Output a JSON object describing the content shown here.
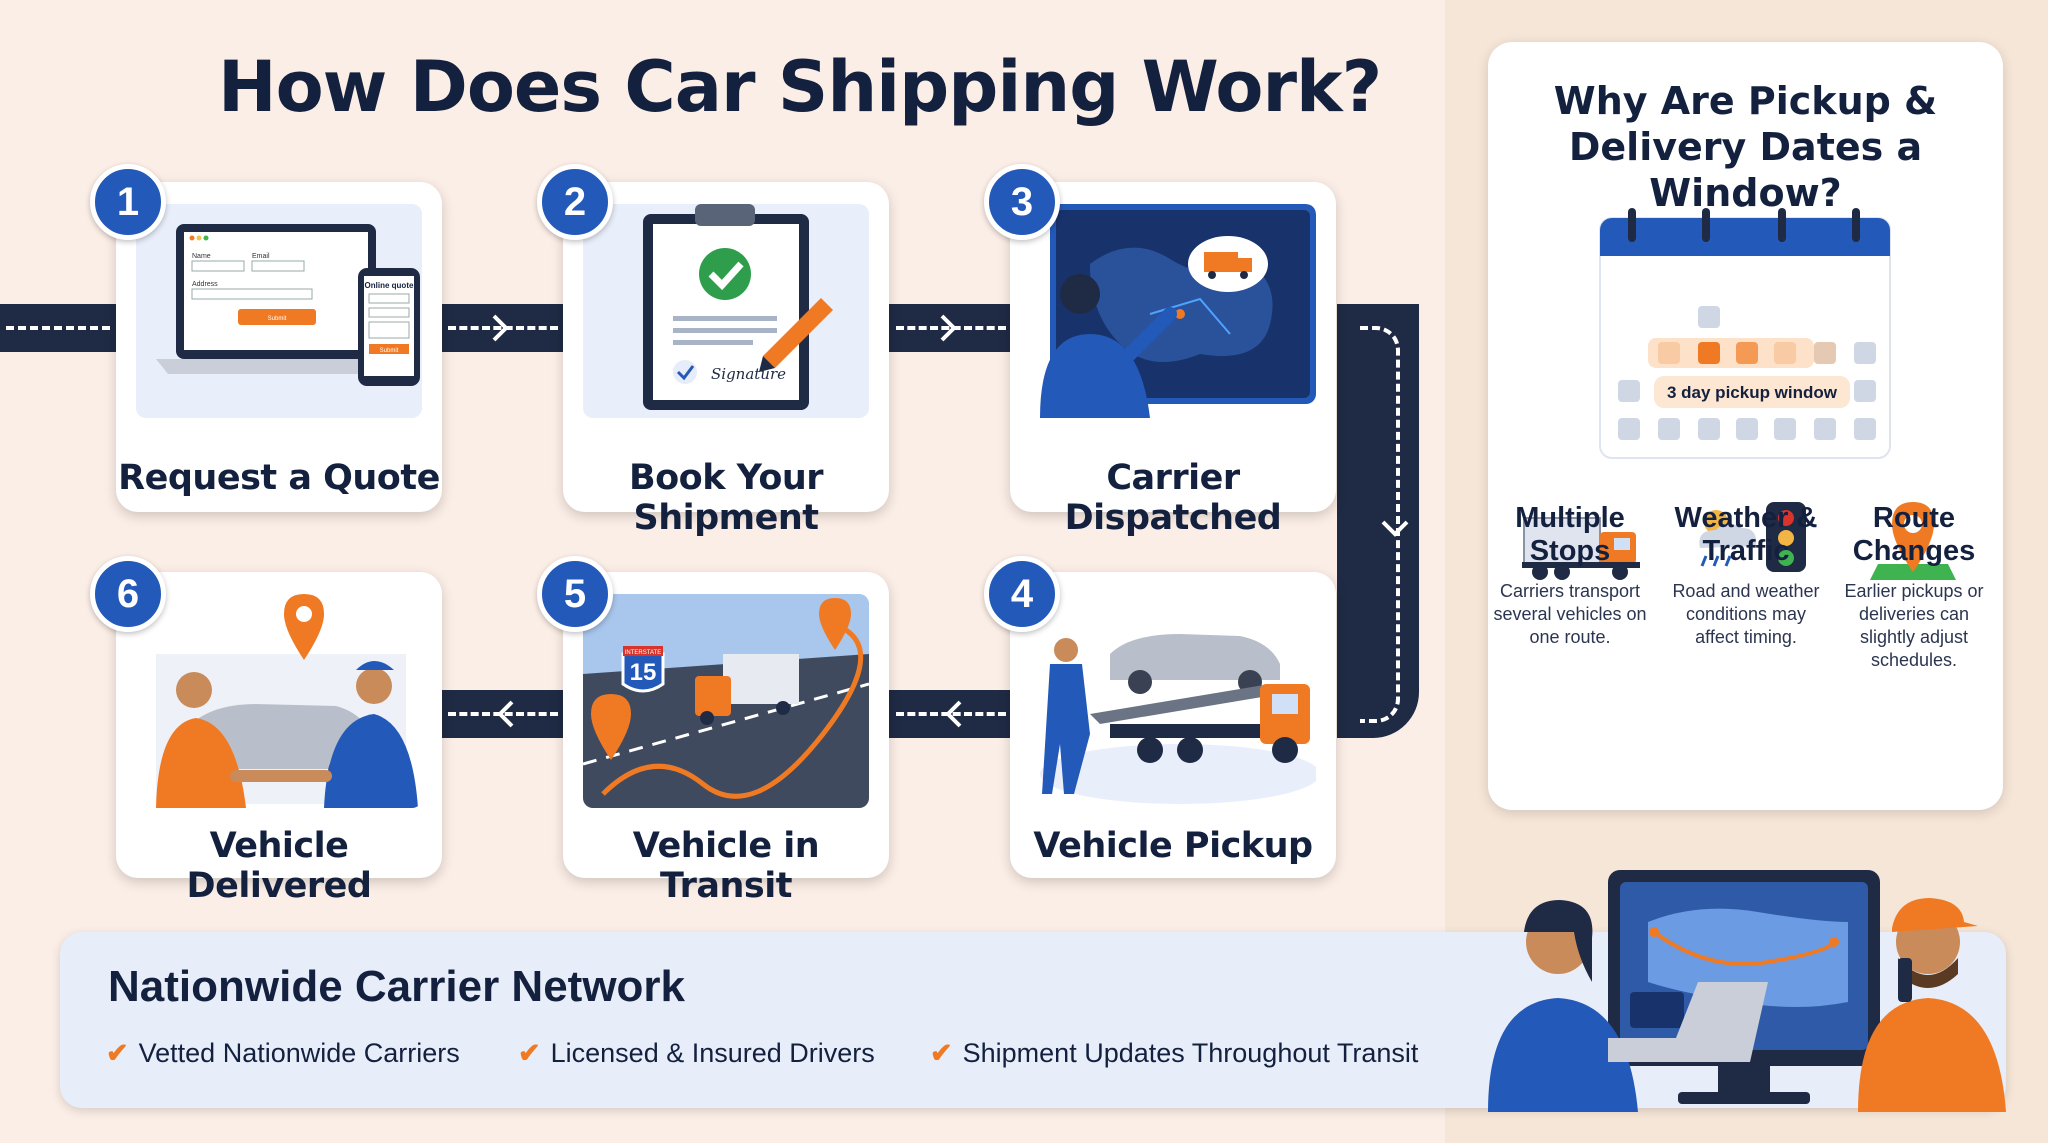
{
  "title": "How Does Car Shipping Work?",
  "steps": [
    {
      "number": "1",
      "label": "Request a Quote"
    },
    {
      "number": "2",
      "label": "Book Your Shipment"
    },
    {
      "number": "3",
      "label": "Carrier Dispatched"
    },
    {
      "number": "4",
      "label": "Vehicle Pickup"
    },
    {
      "number": "5",
      "label": "Vehicle in Transit"
    },
    {
      "number": "6",
      "label": "Vehicle Delivered"
    }
  ],
  "quote_form": {
    "name_label": "Name",
    "email_label": "Email",
    "address_label": "Address",
    "laptop_button": "Submit",
    "phone_title": "Online quote",
    "phone_button": "Submit"
  },
  "signature": "Signature",
  "highway_number": "15",
  "highway_sign_top": "INTERSTATE",
  "window_panel": {
    "title_line1": "Why Are Pickup &",
    "title_line2": "Delivery Dates a Window?",
    "pickup_window_label": "3 day pickup window",
    "reasons": [
      {
        "title_line1": "Multiple",
        "title_line2": "Stops",
        "text": "Carriers transport several vehicles on one route.",
        "icon": "truck-icon"
      },
      {
        "title_line1": "Weather &",
        "title_line2": "Traffic",
        "text": "Road and weather conditions may affect timing.",
        "icon": "weather-traffic-icon"
      },
      {
        "title_line1": "Route",
        "title_line2": "Changes",
        "text": "Earlier pickups or deliveries can slightly adjust schedules.",
        "icon": "map-pin-icon"
      }
    ]
  },
  "network": {
    "title": "Nationwide Carrier Network",
    "items": [
      "Vetted Nationwide Carriers",
      "Licensed & Insured Drivers",
      "Shipment Updates Throughout Transit"
    ]
  },
  "colors": {
    "navy": "#13213f",
    "blue": "#2359b8",
    "orange": "#f07a24",
    "road": "#1f2a44"
  }
}
